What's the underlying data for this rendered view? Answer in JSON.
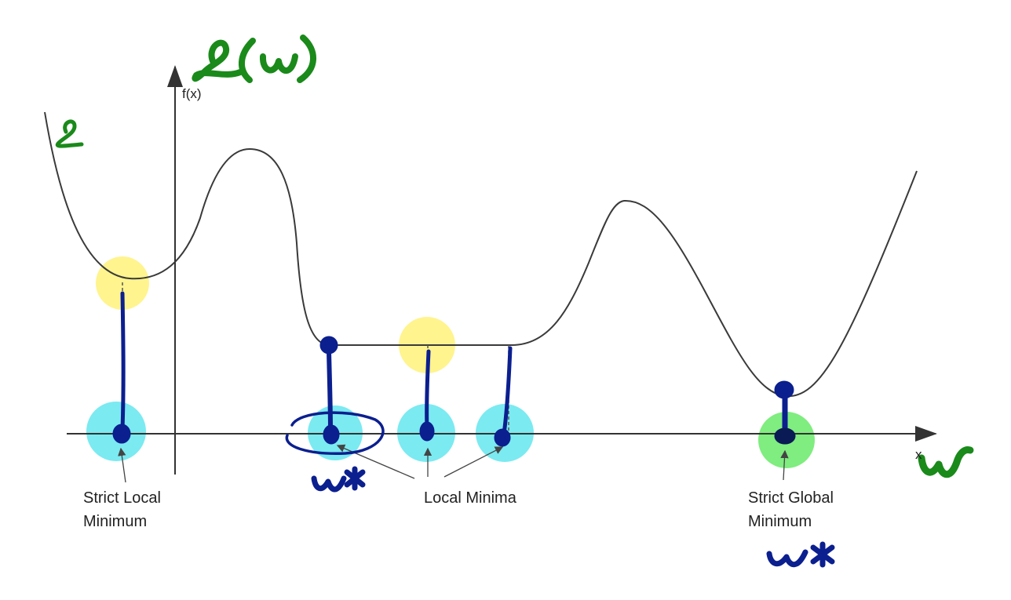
{
  "axes": {
    "y_label": "f(x)",
    "x_label": "x"
  },
  "labels": {
    "strict_local": [
      "Strict Local",
      "Minimum"
    ],
    "local_minima": "Local Minima",
    "strict_global": [
      "Strict Global",
      "Minimum"
    ]
  },
  "handwriting": {
    "loss_title": "L(w)",
    "curve_label": "L",
    "w_axis": "w",
    "w_star_1": "w*",
    "w_star_2": "w*"
  },
  "colors": {
    "curve": "#3a3a3a",
    "ink_blue": "#0b1f8f",
    "ink_green": "#1a8a1a",
    "highlight_yellow": "#fff27a",
    "highlight_cyan": "#4fe3ec",
    "highlight_green": "#5fe85f"
  }
}
